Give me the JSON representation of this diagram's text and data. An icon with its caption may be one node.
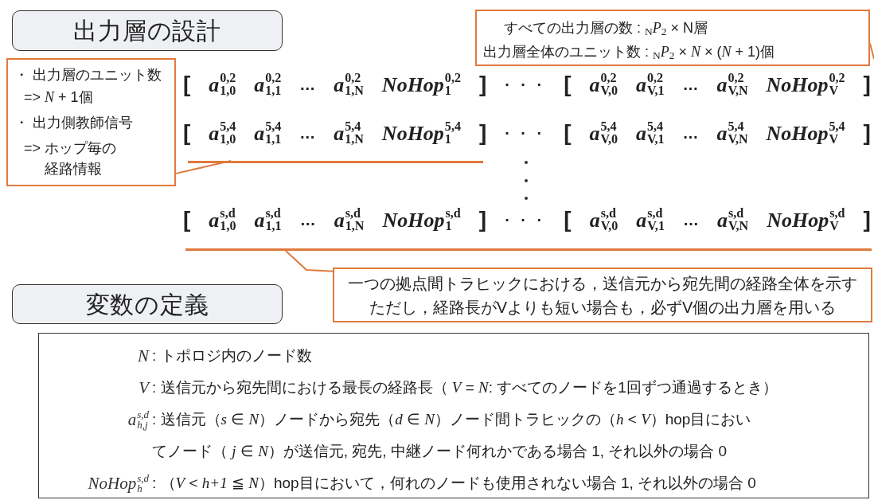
{
  "diagram": {
    "nodes": [
      {
        "text": [
          "出力層の設計"
        ]
      },
      {
        "text": [
          "・ 出力層のユニット数",
          "=> *N* + 1個",
          "・ 出力側教師信号",
          "=> ホップ毎の経路情報"
        ]
      },
      {
        "text": [
          "すべての出力層の数 : $_{N}$*P*$_{2}$ × N層",
          "出力層全体のユニット数 : $_{N}$*P*$_{2}$ × *N* × (*N* + 1)個"
        ]
      },
      {
        "text": [],
        "shape": "bar"
      },
      {
        "text": [],
        "shape": "bar"
      },
      {
        "text": [
          "一つの拠点間トラヒックにおける，送信元から宛先間の経路全体を示すただし，経路長がVよりも短い場合も，必ずV個の出力層を用いる"
        ]
      },
      {
        "text": [
          "変数の定義"
        ]
      },
      {
        "text": [
          "N",
          ": トポロジ内のノード数",
          "V",
          ": 送信元から宛先間における最長の経路長（ *V* = *N*: すべてのノードを1回ずつ通過するとき）",
          "*a*$^{s,d}$$_{h,j}$",
          ": 送信元（*s* ∈ *N*）ノードから宛先（*d* ∈ *N*）ノード間トラヒックの（*h* < *V*）hop目においてノード（ *j* ∈ *N*）が送信元, 宛先, 中継ノード何れかである場合 1, それ以外の場合 0",
          "*NoHop*$^{s,d}$$_{h}$",
          ": （*V* < *h+1* ≦ *N*）hop目において，何れのノードも使用されない場合 1, それ以外の場合 0"
        ]
      }
    ],
    "edges": [
      {
        "from": 1,
        "to": 3,
        "arrow": "none"
      },
      {
        "from": 2,
        "to": null,
        "arrow": "none"
      },
      {
        "from": 5,
        "to": 4,
        "arrow": "none"
      }
    ],
    "labels": [
      "[",
      "*a*$^{0,2}$$_{1,0}$",
      "*a*$^{0,2}$$_{1,1}$",
      "…",
      "*a*$^{0,2}$$_{1,N}$",
      "*NoHop*$^{0,2}$$_{1}$",
      "]",
      "· · ·",
      "[",
      "*a*$^{0,2}$$_{V,0}$",
      "*a*$^{0,2}$$_{V,1}$",
      "…",
      "*a*$^{0,2}$$_{V,N}$",
      "*NoHop*$^{0,2}$$_{V}$",
      "]",
      "[",
      "*a*$^{5,4}$$_{1,0}$",
      "*a*$^{5,4}$$_{1,1}$",
      "…",
      "*a*$^{5,4}$$_{1,N}$",
      "*NoHop*$^{5,4}$$_{1}$",
      "]",
      "· · ·",
      "[",
      "*a*$^{5,4}$$_{V,0}$",
      "*a*$^{5,4}$$_{V,1}$",
      "…",
      "*a*$^{5,4}$$_{V,N}$",
      "*NoHop*$^{5,4}$$_{V}$",
      "]",
      "[",
      "*a*$^{s,d}$$_{1,0}$",
      "*a*$^{s,d}$$_{1,1}$",
      "…",
      "*a*$^{s,d}$$_{1,N}$",
      "*NoHop*$^{s,d}$$_{1}$",
      "]",
      "· · ·",
      "[",
      "*a*$^{s,d}$$_{V,0}$",
      "*a*$^{s,d}$$_{V,1}$",
      "…",
      "*a*$^{s,d}$$_{V,N}$",
      "*NoHop*$^{s,d}$$_{V}$",
      "]"
    ]
  }
}
